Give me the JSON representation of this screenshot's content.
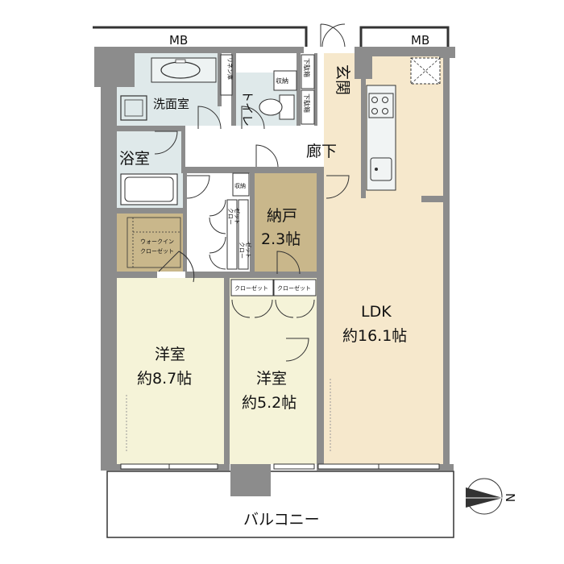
{
  "labels": {
    "mb_left": "MB",
    "mb_right": "MB",
    "senmenshitsu": "洗面室",
    "linen": "リネン庫",
    "toilet": "トイレ",
    "shuno_top": "収納",
    "getabako_1": "下駄箱",
    "getabako_2": "下駄箱",
    "genkan": "玄関",
    "yokushitsu": "浴室",
    "rouka": "廊下",
    "shuno_mid": "収納",
    "nando_name": "納戸",
    "nando_size": "2.3帖",
    "closet_left_1": "クロー",
    "closet_left_2": "ゼット",
    "closet_right_1": "クロー",
    "closet_right_2": "ゼット",
    "wic_1": "ウォークイン",
    "wic_2": "クローゼット",
    "closet_a": "クローゼット",
    "closet_b": "クローゼット",
    "ldk_name": "LDK",
    "ldk_size": "約16.1帖",
    "youshitsu1_name": "洋室",
    "youshitsu1_size": "約8.7帖",
    "youshitsu2_name": "洋室",
    "youshitsu2_size": "約5.2帖",
    "balcony": "バルコニー",
    "north": "N"
  },
  "colors": {
    "ldk_floor": "#f6e8cc",
    "room_floor": "#f5f3d8",
    "wet_floor": "#dfe9ea",
    "nando_floor": "#c9b78b",
    "wic_floor": "#c9b78b",
    "wall": "#8c8c8c",
    "line": "#333333"
  }
}
